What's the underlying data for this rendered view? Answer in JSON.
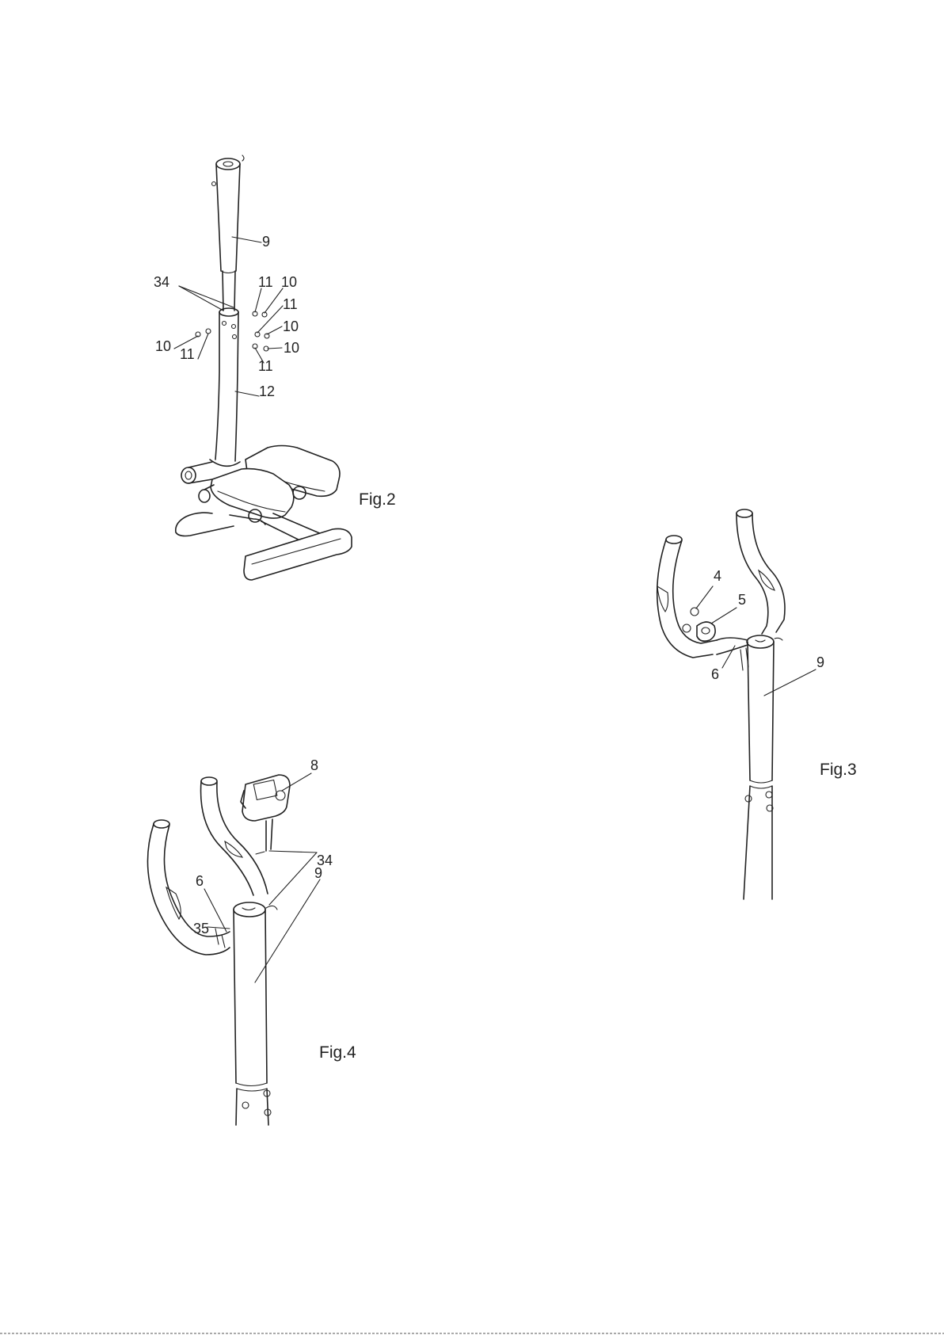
{
  "figures": {
    "fig2": {
      "caption": "Fig.2",
      "labels": [
        "9",
        "34",
        "11",
        "10",
        "11",
        "10",
        "10",
        "11",
        "10",
        "11",
        "12"
      ]
    },
    "fig3": {
      "caption": "Fig.3",
      "labels": [
        "4",
        "5",
        "6",
        "9"
      ]
    },
    "fig4": {
      "caption": "Fig.4",
      "labels": [
        "8",
        "34",
        "6",
        "35",
        "9"
      ]
    }
  }
}
